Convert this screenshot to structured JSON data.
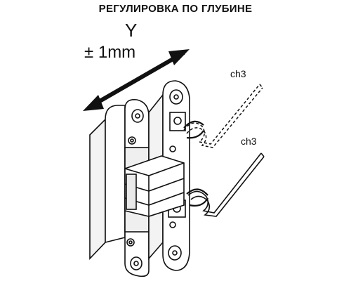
{
  "title": "РЕГУЛИРОВКА ПО ГЛУБИНЕ",
  "axis": {
    "letter": "Y",
    "range": "± 1mm"
  },
  "tools": [
    {
      "label": "ch3",
      "state": "dashed"
    },
    {
      "label": "ch3",
      "state": "solid"
    }
  ],
  "colors": {
    "line": "#111111",
    "fill": "#ffffff",
    "shade": "#e9e9e9"
  }
}
